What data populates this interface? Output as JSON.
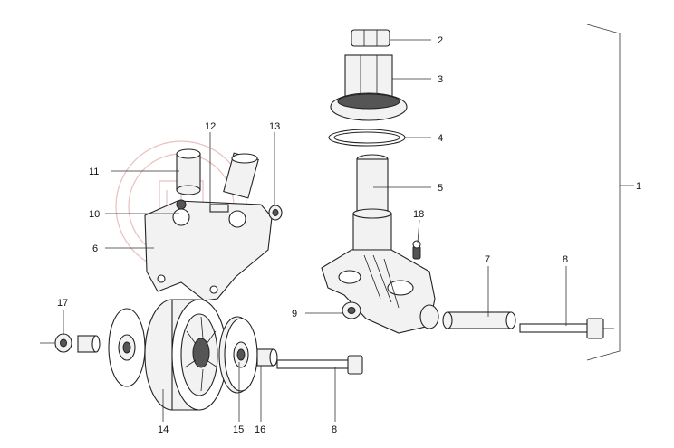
{
  "labels": {
    "l1": "1",
    "l2": "2",
    "l3": "3",
    "l4": "4",
    "l5": "5",
    "l6": "6",
    "l7": "7",
    "l8a": "8",
    "l8b": "8",
    "l9": "9",
    "l10": "10",
    "l11": "11",
    "l12": "12",
    "l13": "13",
    "l14": "14",
    "l15": "15",
    "l16": "16",
    "l17": "17",
    "l18": "18"
  },
  "watermark": {
    "colour": "#d98a8a"
  }
}
